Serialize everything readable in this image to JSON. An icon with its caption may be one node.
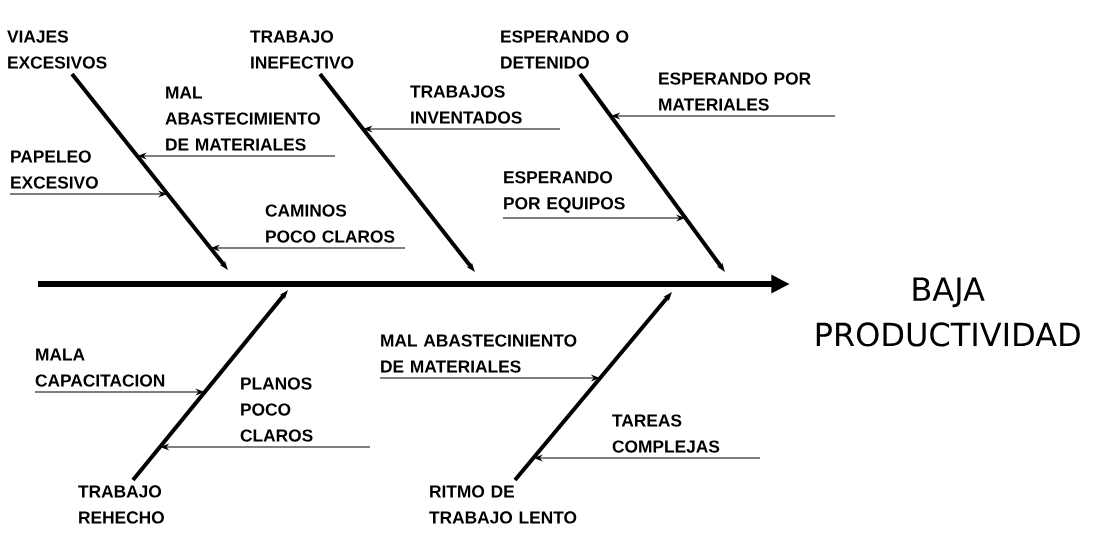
{
  "diagram": {
    "nodes": [
      {
        "text": [
          "BAJA PRODUCTIVIDAD"
        ]
      },
      {
        "text": [
          "VIAJES EXCESIVOS"
        ]
      },
      {
        "text": [
          "MAL ABASTECIMIENTO DE MATERIALES"
        ]
      },
      {
        "text": [
          "PAPELEO EXCESIVO"
        ]
      },
      {
        "text": [
          "CAMINOS POCO CLAROS"
        ]
      },
      {
        "text": [
          "TRABAJO INEFECTIVO"
        ]
      },
      {
        "text": [
          "TRABAJOS INVENTADOS"
        ]
      },
      {
        "text": [
          "ESPERANDO O DETENIDO"
        ]
      },
      {
        "text": [
          "ESPERANDO POR MATERIALES"
        ]
      },
      {
        "text": [
          "ESPERANDO POR EQUIPOS"
        ]
      },
      {
        "text": [
          "MALA CAPACITACION"
        ]
      },
      {
        "text": [
          "PLANOS POCO CLAROS"
        ]
      },
      {
        "text": [
          "TRABAJO REHECHO"
        ]
      },
      {
        "text": [
          "MAL ABASTECINIENTO DE MATERIALES"
        ]
      },
      {
        "text": [
          "TAREAS COMPLEJAS"
        ]
      },
      {
        "text": [
          "RITMO DE TRABAJO LENTO"
        ]
      }
    ],
    "edges": [
      {
        "from": null,
        "to": 0,
        "arrow": "to",
        "style": "thick"
      },
      {
        "from": 1,
        "to": null,
        "arrow": "to",
        "style": "thick"
      },
      {
        "from": 5,
        "to": null,
        "arrow": "to",
        "style": "thick"
      },
      {
        "from": 7,
        "to": null,
        "arrow": "to",
        "style": "thick"
      },
      {
        "from": 12,
        "to": null,
        "arrow": "to",
        "style": "thick"
      },
      {
        "from": 15,
        "to": null,
        "arrow": "to",
        "style": "thick"
      },
      {
        "from": 2,
        "to": null,
        "arrow": "to"
      },
      {
        "from": 3,
        "to": null,
        "arrow": "to"
      },
      {
        "from": 4,
        "to": null,
        "arrow": "to"
      },
      {
        "from": 6,
        "to": null,
        "arrow": "to"
      },
      {
        "from": 8,
        "to": null,
        "arrow": "to"
      },
      {
        "from": 9,
        "to": null,
        "arrow": "to"
      },
      {
        "from": 10,
        "to": null,
        "arrow": "to"
      },
      {
        "from": 11,
        "to": null,
        "arrow": "to"
      },
      {
        "from": 13,
        "to": null,
        "arrow": "to"
      },
      {
        "from": 14,
        "to": null,
        "arrow": "to"
      }
    ]
  }
}
